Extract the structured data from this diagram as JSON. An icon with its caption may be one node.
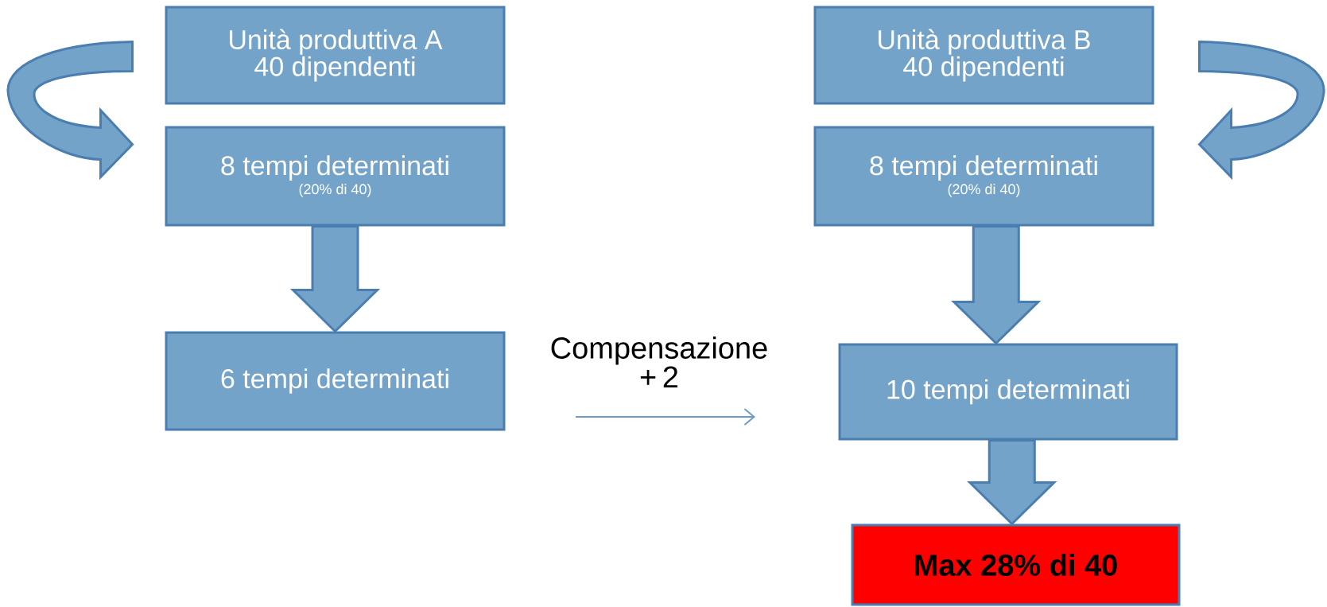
{
  "diagram": {
    "nodes": [
      {
        "text": [
          "Unità produttiva A",
          "40 dipendenti"
        ]
      },
      {
        "text": [
          "8 tempi determinati",
          "(20% di 40)"
        ]
      },
      {
        "text": [
          "6 tempi determinati"
        ]
      },
      {
        "text": [
          "Unità produttiva B",
          "40 dipendenti"
        ]
      },
      {
        "text": [
          "8 tempi determinati",
          "(20% di 40)"
        ]
      },
      {
        "text": [
          "10 tempi determinati"
        ]
      },
      {
        "text": [
          "Max 28% di 40"
        ]
      }
    ],
    "edges": [
      {
        "from": 0,
        "to": 1,
        "arrow": "to"
      },
      {
        "from": 3,
        "to": 4,
        "arrow": "to"
      },
      {
        "from": 1,
        "to": 2,
        "arrow": "to"
      },
      {
        "from": 4,
        "to": 5,
        "arrow": "to"
      },
      {
        "from": 5,
        "to": 6,
        "arrow": "to"
      }
    ],
    "labels": [
      "Compensazione + 2"
    ]
  }
}
